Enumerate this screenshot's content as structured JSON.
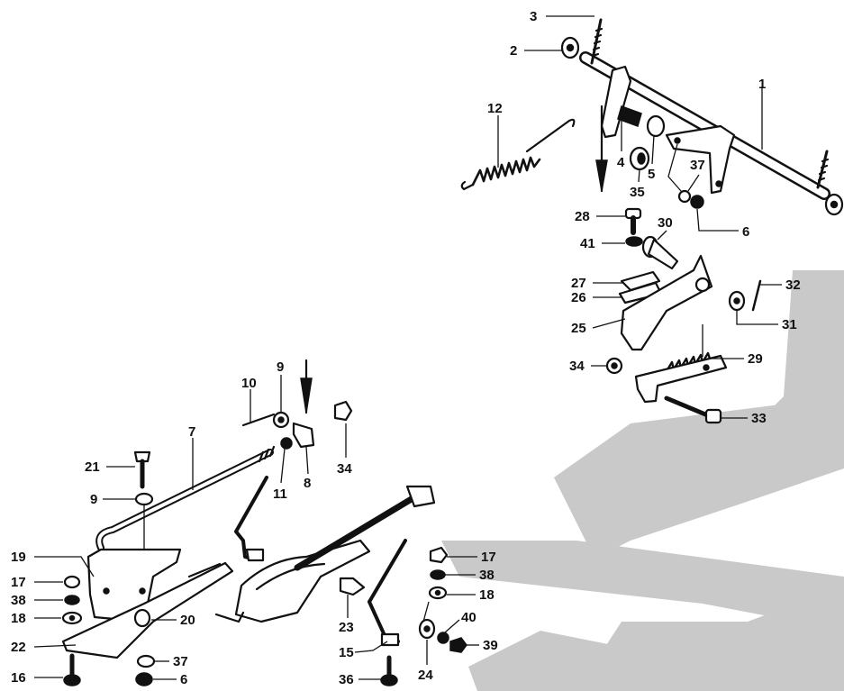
{
  "callouts": [
    {
      "id": "c3",
      "text": "3"
    },
    {
      "id": "c2",
      "text": "2"
    },
    {
      "id": "c1",
      "text": "1"
    },
    {
      "id": "c12",
      "text": "12"
    },
    {
      "id": "c4",
      "text": "4"
    },
    {
      "id": "c5",
      "text": "5"
    },
    {
      "id": "c35",
      "text": "35"
    },
    {
      "id": "c37a",
      "text": "37"
    },
    {
      "id": "c6a",
      "text": "6"
    },
    {
      "id": "c28",
      "text": "28"
    },
    {
      "id": "c30",
      "text": "30"
    },
    {
      "id": "c41",
      "text": "41"
    },
    {
      "id": "c27",
      "text": "27"
    },
    {
      "id": "c26",
      "text": "26"
    },
    {
      "id": "c25",
      "text": "25"
    },
    {
      "id": "c32",
      "text": "32"
    },
    {
      "id": "c31",
      "text": "31"
    },
    {
      "id": "c34a",
      "text": "34"
    },
    {
      "id": "c29",
      "text": "29"
    },
    {
      "id": "c33",
      "text": "33"
    },
    {
      "id": "c10",
      "text": "10"
    },
    {
      "id": "c9a",
      "text": "9"
    },
    {
      "id": "c34b",
      "text": "34"
    },
    {
      "id": "c7",
      "text": "7"
    },
    {
      "id": "c21",
      "text": "21"
    },
    {
      "id": "c11",
      "text": "11"
    },
    {
      "id": "c8",
      "text": "8"
    },
    {
      "id": "c9b",
      "text": "9"
    },
    {
      "id": "c19",
      "text": "19"
    },
    {
      "id": "c17a",
      "text": "17"
    },
    {
      "id": "c38a",
      "text": "38"
    },
    {
      "id": "c18a",
      "text": "18"
    },
    {
      "id": "c20",
      "text": "20"
    },
    {
      "id": "c22",
      "text": "22"
    },
    {
      "id": "c37b",
      "text": "37"
    },
    {
      "id": "c16",
      "text": "16"
    },
    {
      "id": "c6b",
      "text": "6"
    },
    {
      "id": "c17b",
      "text": "17"
    },
    {
      "id": "c38b",
      "text": "38"
    },
    {
      "id": "c18b",
      "text": "18"
    },
    {
      "id": "c23",
      "text": "23"
    },
    {
      "id": "c40",
      "text": "40"
    },
    {
      "id": "c39",
      "text": "39"
    },
    {
      "id": "c15",
      "text": "15"
    },
    {
      "id": "c36",
      "text": "36"
    },
    {
      "id": "c24",
      "text": "24"
    }
  ]
}
